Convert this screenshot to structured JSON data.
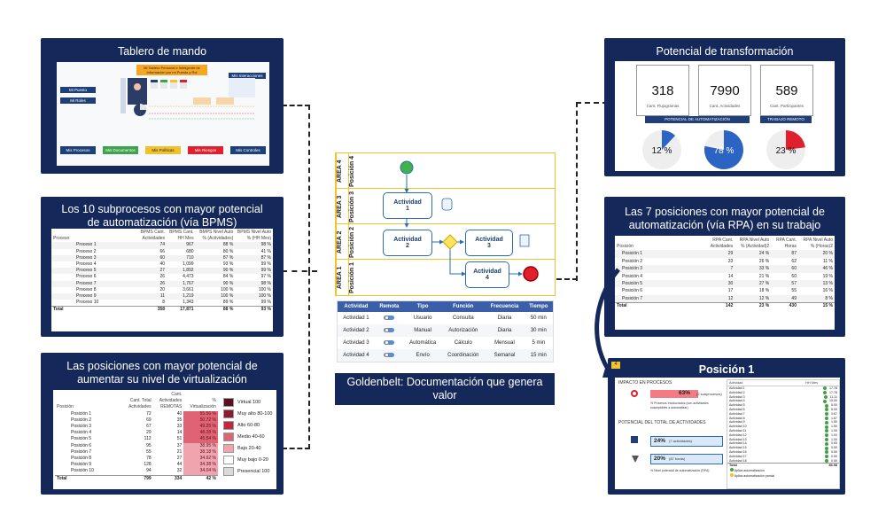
{
  "panels": {
    "tablero": {
      "title": "Tablero de mando",
      "banner": "Mi Tablero Personal e Inteligente de Información por mi Puesto y Rol",
      "left_buttons": [
        "Mi Puesto",
        "Mi Roles"
      ],
      "right_button": "Mis Interacciones",
      "bottom_buttons": [
        "Mis Procesos",
        "Mis Documentos",
        "Mis Políticas",
        "Mis Riesgos",
        "Mis Controles"
      ]
    },
    "subprocesos": {
      "title": "Los 10 subprocesos con mayor potencial de automatización (vía BPMS)",
      "headers": [
        "Proceso",
        "BPMS Cant. Actividades",
        "BPMS Cant. HH Mes",
        "BMPS Nivel Auto % (Actividades)",
        "BPMS Nivel Auto % (HH Mes)"
      ],
      "rows": [
        [
          "Proceso 1",
          "74",
          "967",
          "88 %",
          "98 %"
        ],
        [
          "Proceso 2",
          "66",
          "680",
          "80 %",
          "41 %"
        ],
        [
          "Proceso 3",
          "60",
          "710",
          "87 %",
          "87 %"
        ],
        [
          "Proceso 4",
          "40",
          "1,099",
          "93 %",
          "99 %"
        ],
        [
          "Proceso 5",
          "27",
          "1,892",
          "90 %",
          "99 %"
        ],
        [
          "Proceso 6",
          "26",
          "4,473",
          "84 %",
          "97 %"
        ],
        [
          "Proceso 7",
          "26",
          "1,767",
          "90 %",
          "98 %"
        ],
        [
          "Proceso 8",
          "20",
          "3,661",
          "100 %",
          "100 %"
        ],
        [
          "Proceso 9",
          "11",
          "1,219",
          "100 %",
          "100 %"
        ],
        [
          "Proceso 10",
          "8",
          "1,343",
          "89 %",
          "99 %"
        ]
      ],
      "total": [
        "Total",
        "358",
        "17,871",
        "88 %",
        "93 %"
      ]
    },
    "virtualizacion": {
      "title": "Las posiciones con mayor potencial de aumentar su nivel de virtualización",
      "headers": [
        "Posición",
        "Cant. Total Actividades",
        "Cant. Actividades REMOTAS",
        "% Virtualización"
      ],
      "rows": [
        [
          "Posición 1",
          "72",
          "40",
          "55.56 %"
        ],
        [
          "Posición 2",
          "69",
          "35",
          "50.72 %"
        ],
        [
          "Posición 3",
          "67",
          "33",
          "49.25 %"
        ],
        [
          "Posición 4",
          "29",
          "14",
          "48.28 %"
        ],
        [
          "Posición 5",
          "112",
          "51",
          "45.54 %"
        ],
        [
          "Posición 6",
          "95",
          "37",
          "38.95 %"
        ],
        [
          "Posición 7",
          "55",
          "21",
          "38.18 %"
        ],
        [
          "Posición 8",
          "78",
          "27",
          "34.62 %"
        ],
        [
          "Posición 9",
          "128",
          "44",
          "34.38 %"
        ],
        [
          "Posición 10",
          "94",
          "32",
          "34.04 %"
        ]
      ],
      "total": [
        "Total",
        "799",
        "334",
        "42 %"
      ],
      "legend": [
        {
          "label": "Virtual 100",
          "color": "#5a0f1c"
        },
        {
          "label": "Muy alto 80-100",
          "color": "#8e1b2b"
        },
        {
          "label": "Alto 60-80",
          "color": "#c0283c"
        },
        {
          "label": "Medio 40-60",
          "color": "#e06373"
        },
        {
          "label": "Bajo 20-40",
          "color": "#f0a4ae"
        },
        {
          "label": "Muy bajo 0-20",
          "color": "#ffffff"
        },
        {
          "label": "Presencial 100",
          "color": "#d9d9d9"
        }
      ]
    },
    "potencial": {
      "title": "Potencial de transformación",
      "kpis": [
        {
          "value": "318",
          "label": "Cant. Flujogramas"
        },
        {
          "value": "7990",
          "label": "Cant. Actividades"
        },
        {
          "value": "589",
          "label": "Cant. Participantes"
        }
      ],
      "tags": [
        "POTENCIAL DE AUTOMATIZACIÓN",
        "TRABAJO REMOTO"
      ],
      "gauges": [
        {
          "label": "12 %",
          "value": 0.12
        },
        {
          "label": "78 %",
          "value": 0.78
        },
        {
          "label": "23 %",
          "value": 0.23
        }
      ]
    },
    "posiciones_rpa": {
      "title": "Las 7 posiciones con mayor potencial de automatización (vía RPA) en su trabajo",
      "headers": [
        "Posición",
        "RPA Cant. Actividades",
        "RPA Nivel Auto % (Actividad)2",
        "RPA Cant. Horas",
        "RPA Nivel Auto % (Horas)2"
      ],
      "rows": [
        [
          "Posición 1",
          "29",
          "24 %",
          "87",
          "20 %"
        ],
        [
          "Posición 2",
          "33",
          "26 %",
          "62",
          "11 %"
        ],
        [
          "Posición 3",
          "7",
          "33 %",
          "60",
          "46 %"
        ],
        [
          "Posición 4",
          "14",
          "21 %",
          "60",
          "19 %"
        ],
        [
          "Posición 5",
          "30",
          "27 %",
          "57",
          "13 %"
        ],
        [
          "Posición 6",
          "17",
          "18 %",
          "55",
          "16 %"
        ],
        [
          "Posición 7",
          "12",
          "12 %",
          "49",
          "8 %"
        ]
      ],
      "total": [
        "Total",
        "142",
        "23 %",
        "430",
        "15 %"
      ]
    },
    "posicion1": {
      "title": "Posición 1",
      "impact_label": "IMPACTO EN PROCESOS",
      "impact_value": "63%",
      "impact_note": "(2 subprocesos)",
      "impact_caption": "% Procesos Involucrados (con actividades susceptibles a automatizar)",
      "potential_label": "POTENCIAL DEL TOTAL DE ACTIVIDADES",
      "act_value": "24%",
      "act_note": "(7 actividades)",
      "hours_value": "20%",
      "hours_note": "(87 horas)",
      "footer": "% Nivel potencial de automatización (RPA)",
      "list_headers": [
        "Actividad",
        "HH Mes"
      ],
      "activities": [
        [
          "Actividad 1",
          "17.78"
        ],
        [
          "Actividad 2",
          "17.78"
        ],
        [
          "Actividad 3",
          "11.11"
        ],
        [
          "Actividad 4",
          "10.00"
        ],
        [
          "Actividad 5",
          "5.00"
        ],
        [
          "Actividad 6",
          "5.00"
        ],
        [
          "Actividad 7",
          "3.67"
        ],
        [
          "Actividad 8",
          "1.67"
        ],
        [
          "Actividad 9",
          "1.50"
        ],
        [
          "Actividad 10",
          "1.50"
        ],
        [
          "Actividad 11",
          "1.00"
        ],
        [
          "Actividad 12",
          "1.00"
        ],
        [
          "Actividad 13",
          "1.00"
        ],
        [
          "Actividad 14",
          "0.83"
        ],
        [
          "Actividad 15",
          "0.50"
        ],
        [
          "Actividad 16",
          "0.50"
        ],
        [
          "Actividad 17",
          "0.50"
        ],
        [
          "Actividad 18",
          "0.50"
        ]
      ],
      "total": [
        "Total",
        "86.98"
      ],
      "legend": [
        "Aplica automatización",
        "Aplica automatización parcial"
      ]
    }
  },
  "bpmn": {
    "lanes": [
      {
        "area": "AREA 4",
        "pos": "Posición 4"
      },
      {
        "area": "AREA 3",
        "pos": "Posición 3"
      },
      {
        "area": "AREA 2",
        "pos": "Posición 2"
      },
      {
        "area": "AREA 1",
        "pos": "Posición 1"
      }
    ],
    "tasks": [
      {
        "line1": "Actividad",
        "line2": "1"
      },
      {
        "line1": "Actividad",
        "line2": "2"
      },
      {
        "line1": "Actividad",
        "line2": "3"
      },
      {
        "line1": "Actividad",
        "line2": "4"
      }
    ]
  },
  "activity_table": {
    "headers": [
      "Actividad",
      "Remota",
      "Tipo",
      "Función",
      "Frecuencia",
      "Tiempo"
    ],
    "rows": [
      [
        "Actividad 1",
        "",
        "Usuario",
        "Consulta",
        "Diaria",
        "50 min"
      ],
      [
        "Actividad 2",
        "",
        "Manual",
        "Autorización",
        "Diaria",
        "30 min"
      ],
      [
        "Actividad 3",
        "",
        "Automática",
        "Cálculo",
        "Mensual",
        "5 min"
      ],
      [
        "Actividad 4",
        "",
        "Envío",
        "Coordinación",
        "Semanal",
        "15 min"
      ]
    ]
  },
  "caption": "Goldenbelt: Documentación que genera valor",
  "colors": {
    "navy": "#14285a",
    "accent": "#1f3f7a",
    "gauge_blue": "#2c64c4",
    "gauge_red": "#e0202c",
    "lane_border": "#f2c12e"
  }
}
